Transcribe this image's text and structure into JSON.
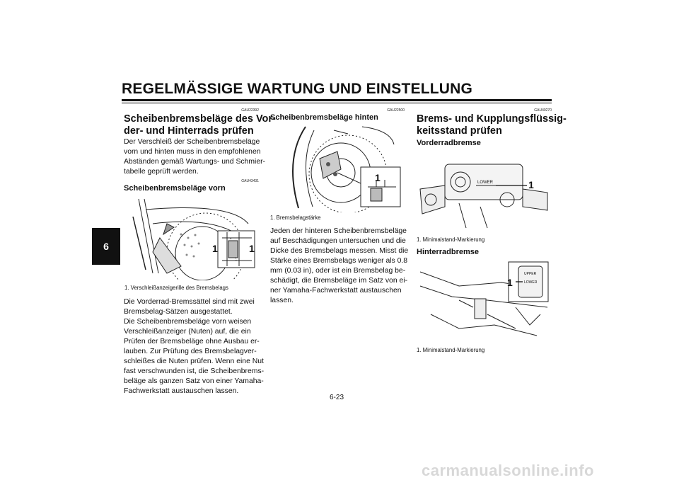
{
  "header": {
    "title": "REGELMÄSSIGE WARTUNG UND EINSTELLUNG"
  },
  "side_tab": "6",
  "page_number": "6-23",
  "col1": {
    "code1": "GAU22392",
    "heading_line1": "Scheibenbremsbeläge des Vor-",
    "heading_line2": "der- und Hinterrads prüfen",
    "intro": [
      "Der Verschleiß der Scheibenbremsbeläge",
      "vorn und hinten muss in den empfohlenen",
      "Abständen gemäß Wartungs- und Schmier-",
      "tabelle geprüft werden."
    ],
    "code2": "GAU43431",
    "subheading": "Scheibenbremsbeläge vorn",
    "caption": "1.  Verschleißanzeigerille des Bremsbelags",
    "fig_labels": [
      "1",
      "1"
    ],
    "body": [
      "Die Vorderrad-Bremssättel sind mit zwei",
      "Bremsbelag-Sätzen ausgestattet.",
      "Die Scheibenbremsbeläge vorn weisen",
      "Verschleißanzeiger (Nuten) auf, die ein",
      "Prüfen der Bremsbeläge ohne Ausbau er-",
      "lauben. Zur Prüfung des Bremsbelagver-",
      "schleißes die Nuten prüfen. Wenn eine Nut",
      "fast verschwunden ist, die Scheibenbrems-",
      "beläge als ganzen Satz von einer Yamaha-",
      "Fachwerkstatt austauschen lassen."
    ]
  },
  "col2": {
    "code": "GAU22500",
    "subheading": "Scheibenbremsbeläge hinten",
    "caption": "1.  Bremsbelagstärke",
    "fig_label": "1",
    "body": [
      "Jeden der hinteren Scheibenbremsbeläge",
      "auf Beschädigungen untersuchen und die",
      "Dicke des Bremsbelags messen. Misst die",
      "Stärke eines Bremsbelags weniger als 0.8",
      "mm (0.03 in), oder ist ein Bremsbelag be-",
      "schädigt, die Bremsbeläge im Satz von ei-",
      "ner Yamaha-Fachwerkstatt austauschen",
      "lassen."
    ]
  },
  "col3": {
    "code": "GAU40270",
    "heading_line1": "Brems- und Kupplungsflüssig-",
    "heading_line2": "keitsstand prüfen",
    "sub1": "Vorderradbremse",
    "fig1_label": "1",
    "fig1_lower": "LOWER",
    "caption1": "1.  Minimalstand-Markierung",
    "sub2": "Hinterradbremse",
    "fig2_label": "1",
    "fig2_upper": "UPPER",
    "fig2_lower": "LOWER",
    "caption2": "1.  Minimalstand-Markierung"
  },
  "footer": {
    "watermark": "carmanualsonline.info"
  }
}
